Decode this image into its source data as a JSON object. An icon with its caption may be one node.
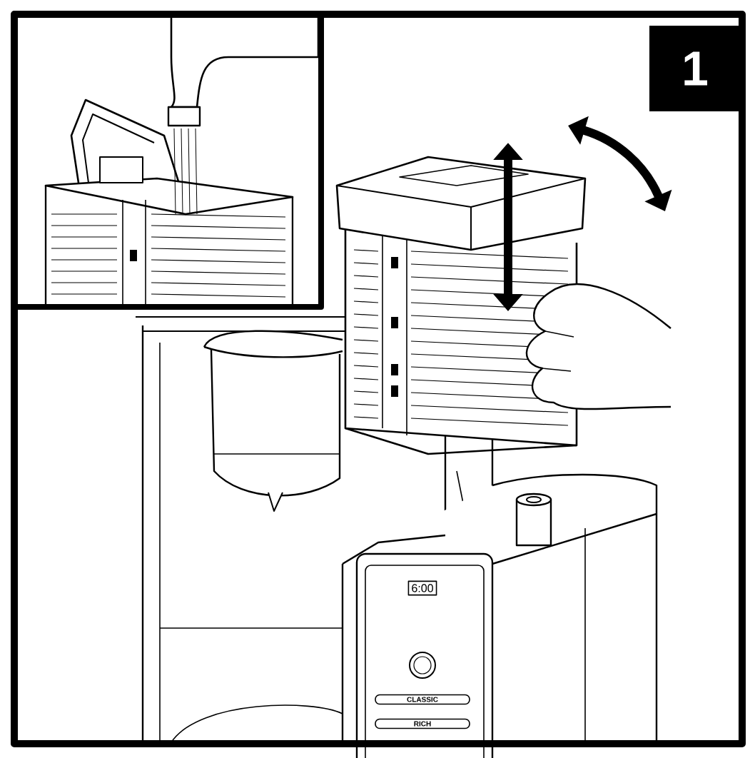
{
  "diagram": {
    "labels": [
      "1",
      "6:00",
      "CLASSIC",
      "RICH"
    ]
  }
}
